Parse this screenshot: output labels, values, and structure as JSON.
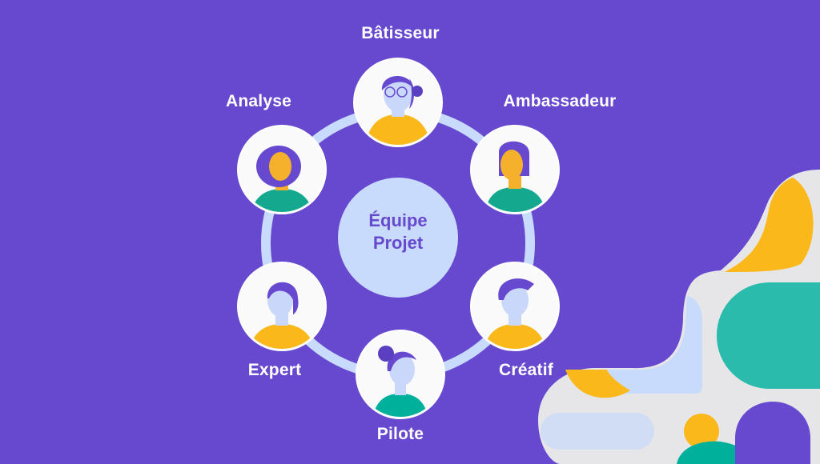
{
  "colors": {
    "background": "#6749cf",
    "ring": "#c9dbfc",
    "center_fill": "#c9dbfc",
    "center_text": "#6749cf",
    "node_fill": "#fafafa",
    "yellow": "#fbb81b",
    "teal": "#2bbbad",
    "light_gray": "#e6e6e8",
    "skin_light": "#c9d7fb",
    "skin_yellow": "#f6b12c",
    "hair": "#6749cf"
  },
  "diagram": {
    "center": {
      "line1": "Équipe",
      "line2": "Projet"
    },
    "roles": [
      {
        "id": "batisseur",
        "label": "Bâtisseur"
      },
      {
        "id": "ambassadeur",
        "label": "Ambassadeur"
      },
      {
        "id": "creatif",
        "label": "Créatif"
      },
      {
        "id": "pilote",
        "label": "Pilote"
      },
      {
        "id": "expert",
        "label": "Expert"
      },
      {
        "id": "analyse",
        "label": "Analyse"
      }
    ]
  }
}
